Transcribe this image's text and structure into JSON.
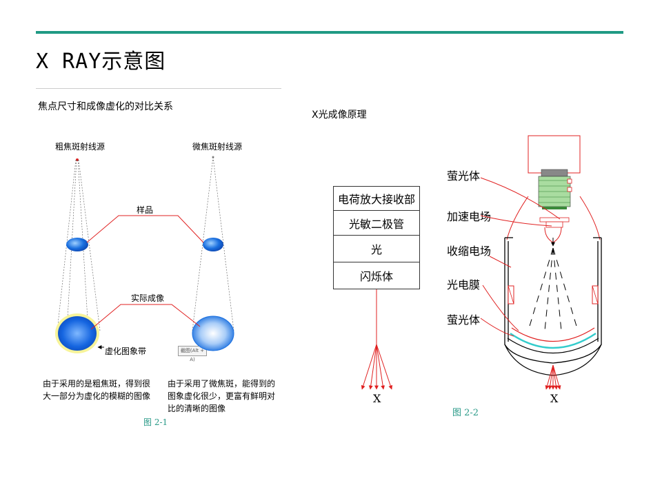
{
  "title": "X  RAY示意图",
  "left": {
    "heading": "焦点尺寸和成像虚化的对比关系",
    "coarse_source": "粗焦斑射线源",
    "fine_source": "微焦斑射线源",
    "sample_label": "样品",
    "image_label": "实际成像",
    "blur_label": "虚化图象带",
    "caption_coarse": "由于采用的是粗焦斑，得到很大一部分为虚化的模糊的图像",
    "caption_fine": "由于采用了微焦斑，能得到的图象虚化很少，更富有鲜明对比的清晰的图像",
    "screenshot_hint": "截图(Alt + A)",
    "figure": "图 2-1"
  },
  "right": {
    "heading": "X光成像原理",
    "chain": [
      "电荷放大接收部",
      "光敏二极管",
      "光",
      "闪烁体"
    ],
    "x_left": "X",
    "x_right": "X",
    "labels": {
      "phosphor_top": "萤光体",
      "accel_field": "加速电场",
      "focus_field": "收缩电场",
      "photocathode": "光电膜",
      "phosphor_bottom": "萤光体"
    },
    "figure": "图 2-2"
  },
  "colors": {
    "accent": "#1f9a84",
    "red": "#e02020",
    "blue": "#1a6fdf",
    "cyan": "#33cccc",
    "green": "#44aa44"
  }
}
